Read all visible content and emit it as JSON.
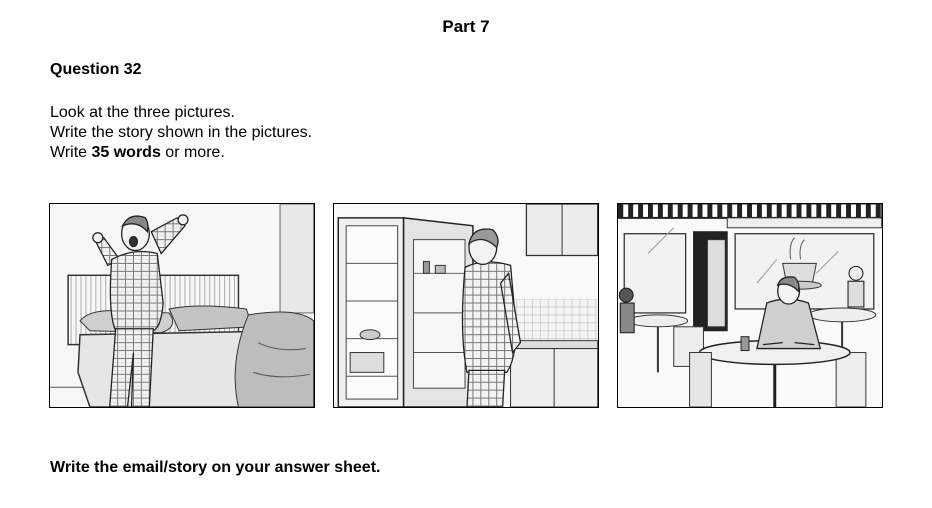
{
  "part_title": "Part 7",
  "question_title": "Question 32",
  "instructions": {
    "line1": "Look at the three pictures.",
    "line2": "Write the story shown in the pictures.",
    "line3_prefix": "Write ",
    "line3_bold": "35 words",
    "line3_suffix": " or more."
  },
  "footer_note": "Write the email/story on your answer sheet."
}
